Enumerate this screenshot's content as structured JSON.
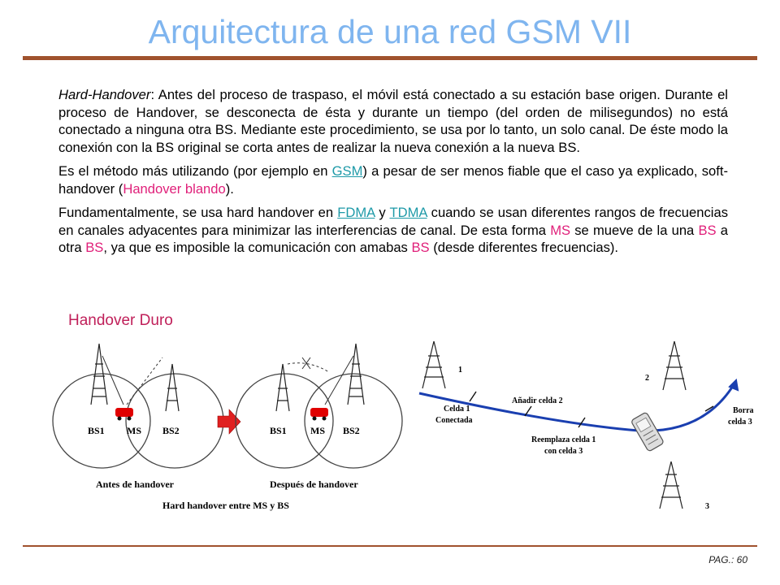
{
  "title": "Arquitectura de una red GSM VII",
  "p1": {
    "term": "Hard-Handover",
    "text": ": Antes del proceso de traspaso, el móvil está conectado a su estación base origen. Durante el proceso de Handover, se desconecta de ésta y durante un tiempo (del orden de milisegundos) no está conectado a ninguna otra BS. Mediante este procedimiento, se usa por lo tanto, un solo canal. De éste modo la conexión con la BS original se corta antes de realizar la nueva conexión a la nueva BS."
  },
  "p2": {
    "a": "Es el método más utilizando (por ejemplo en ",
    "link": "GSM",
    "b": ") a pesar de ser menos fiable que el caso ya explicado, soft-handover (",
    "hl": "Handover blando",
    "c": ")."
  },
  "p3": {
    "a": "Fundamentalmente, se usa hard handover en ",
    "link1": "FDMA",
    "b": " y ",
    "link2": "TDMA",
    "c": " cuando se usan diferentes rangos de frecuencias en canales adyacentes para minimizar las interferencias de canal. De esta forma ",
    "ms": "MS",
    "d": " se mueve de la una ",
    "bs1": "BS",
    "e": " a otra ",
    "bs2": "BS",
    "f": ", ya que es imposible la comunicación con amabas ",
    "bs3": "BS",
    "g": " (desde diferentes frecuencias)."
  },
  "subtitle": "Handover Duro",
  "figure_left": {
    "bs1": "BS1",
    "ms": "MS",
    "bs2": "BS2",
    "before": "Antes de handover",
    "after": "Después de handover",
    "caption": "Hard handover entre MS y BS"
  },
  "figure_right": {
    "n1": "1",
    "n2": "2",
    "n3": "3",
    "celda1_line1": "Celda 1",
    "celda1_line2": "Conectada",
    "anadir": "Añadir celda 2",
    "reemplaza_line1": "Reemplaza celda 1",
    "reemplaza_line2": "con celda 3",
    "borra_line1": "Borra",
    "borra_line2": "celda 3"
  },
  "page": "PAG.: 60",
  "colors": {
    "title": "#7fb5ef",
    "rule": "#a0522d",
    "highlight": "#e0207a",
    "link": "#1e9aa8"
  }
}
